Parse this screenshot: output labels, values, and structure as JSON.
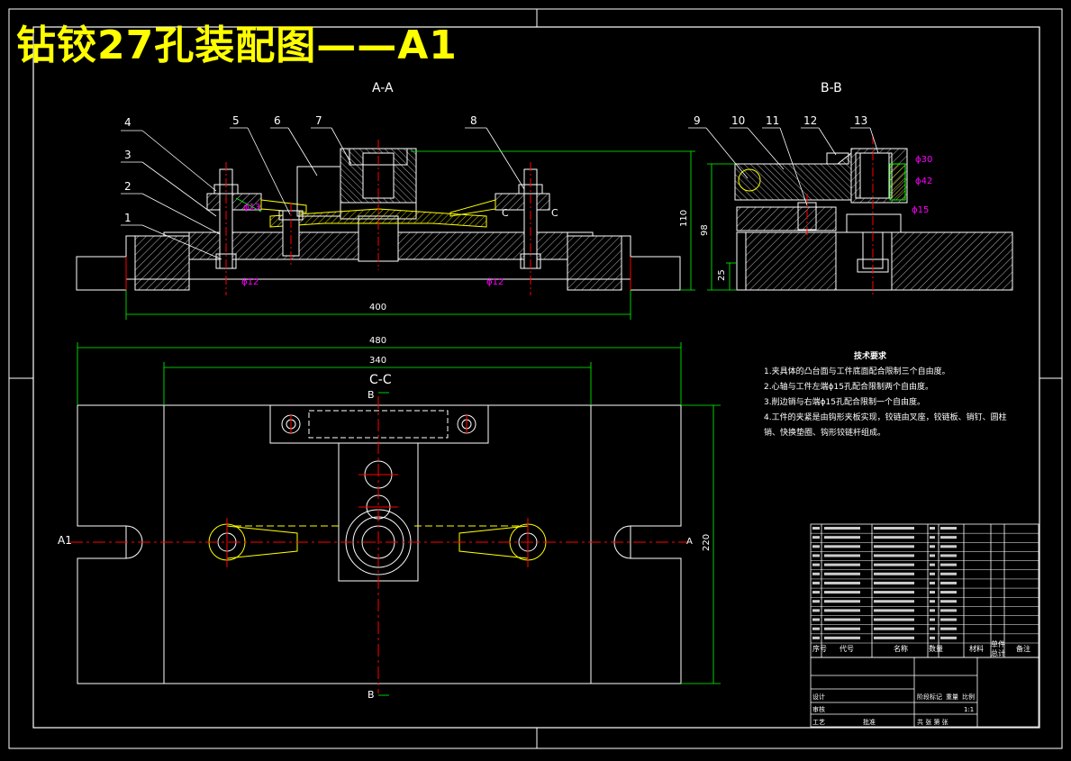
{
  "title": "钻铰27孔装配图——A1",
  "views": {
    "section_aa": "A-A",
    "section_bb": "B-B",
    "section_cc": "C-C",
    "label_a1_left": "A1",
    "label_a1_right": "A",
    "label_b_top": "B",
    "label_b_bottom": "B",
    "label_c_left": "C",
    "label_c_right": "C"
  },
  "balloons": [
    "4",
    "3",
    "2",
    "1",
    "5",
    "6",
    "7",
    "8",
    "9",
    "10",
    "11",
    "12",
    "13"
  ],
  "dimensions": {
    "d400": "400",
    "d480": "480",
    "d340": "340",
    "d220": "220",
    "d110": "110",
    "d98": "98",
    "d25": "25",
    "phi12_left": "ϕ12",
    "phi12_right": "ϕ12",
    "phi13": "ϕ13",
    "phi30": "ϕ30",
    "phi42": "ϕ42",
    "phi15": "ϕ15"
  },
  "tech_requirements": {
    "heading": "技术要求",
    "items": [
      "1.夹具体的凸台面与工件底面配合限制三个自由度。",
      "2.心轴与工件左端ϕ15孔配合限制两个自由度。",
      "3.削边销与右端ϕ15孔配合限制一个自由度。",
      "4.工件的夹紧是由钩形夹板实现，铰链由叉座，铰链板、销钉、圆柱",
      "销、快换垫圈、钩形铰链杆组成。"
    ]
  },
  "bom_header": [
    "序号",
    "代号",
    "名称",
    "数量",
    "材料",
    "单件",
    "总计",
    "备注"
  ],
  "title_block": {
    "design": "设计",
    "check": "审核",
    "craft": "工艺",
    "approve": "批准",
    "stage": "阶段标记",
    "weight": "重量",
    "scale": "比例",
    "scale_value": "1:1",
    "sheets": "共 张 第 张"
  },
  "colors": {
    "background": "#000000",
    "outline": "#ffffff",
    "dimension": "#00ff00",
    "centerline": "#ff0000",
    "hidden": "#ffff00",
    "tolerance": "#ff00ff",
    "title": "#ffff00"
  }
}
